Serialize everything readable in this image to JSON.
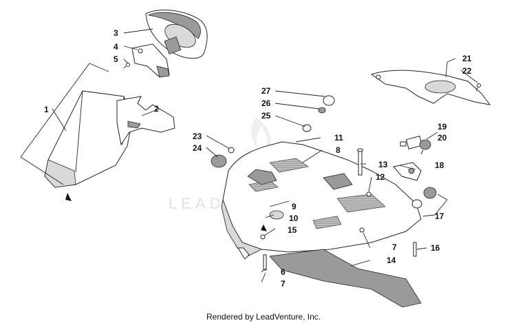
{
  "diagram": {
    "callouts": [
      {
        "id": "c1",
        "label": "1"
      },
      {
        "id": "c2",
        "label": "2"
      },
      {
        "id": "c3",
        "label": "3"
      },
      {
        "id": "c4",
        "label": "4"
      },
      {
        "id": "c5",
        "label": "5"
      },
      {
        "id": "c6",
        "label": "6"
      },
      {
        "id": "c7a",
        "label": "7"
      },
      {
        "id": "c7b",
        "label": "7"
      },
      {
        "id": "c8",
        "label": "8"
      },
      {
        "id": "c9",
        "label": "9"
      },
      {
        "id": "c10",
        "label": "10"
      },
      {
        "id": "c11",
        "label": "11"
      },
      {
        "id": "c12",
        "label": "12"
      },
      {
        "id": "c13",
        "label": "13"
      },
      {
        "id": "c14",
        "label": "14"
      },
      {
        "id": "c15",
        "label": "15"
      },
      {
        "id": "c16",
        "label": "16"
      },
      {
        "id": "c17",
        "label": "17"
      },
      {
        "id": "c18",
        "label": "18"
      },
      {
        "id": "c19",
        "label": "19"
      },
      {
        "id": "c20",
        "label": "20"
      },
      {
        "id": "c21",
        "label": "21"
      },
      {
        "id": "c22",
        "label": "22"
      },
      {
        "id": "c23",
        "label": "23"
      },
      {
        "id": "c24",
        "label": "24"
      },
      {
        "id": "c25",
        "label": "25"
      },
      {
        "id": "c26",
        "label": "26"
      },
      {
        "id": "c27",
        "label": "27"
      }
    ],
    "watermark": "LEADVENTURE",
    "credit": "Rendered by LeadVenture, Inc."
  }
}
